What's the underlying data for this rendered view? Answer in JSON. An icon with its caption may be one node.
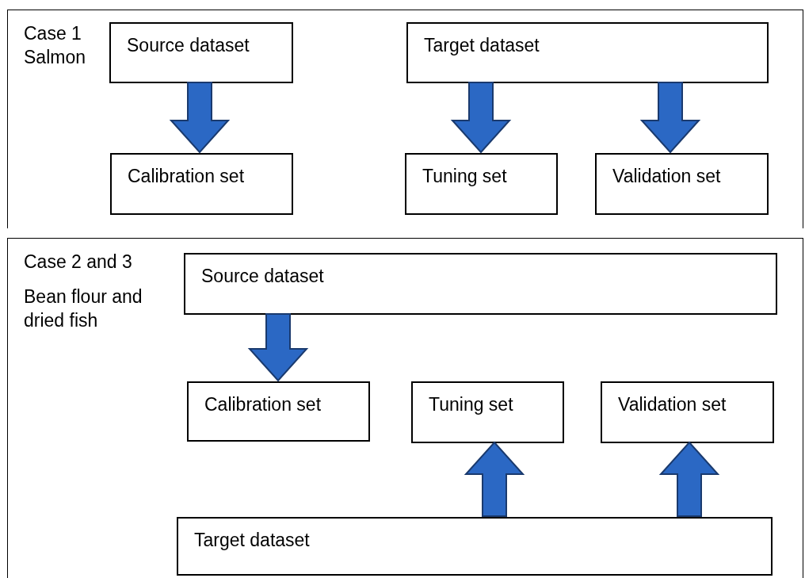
{
  "diagram": {
    "nodes": [
      {
        "text": [
          "Case 1 Salmon"
        ]
      },
      {
        "text": [
          "Source dataset"
        ],
        "in": 0
      },
      {
        "text": [
          "Target dataset"
        ],
        "in": 0
      },
      {
        "text": [
          "Calibration set"
        ],
        "in": 0
      },
      {
        "text": [
          "Tuning set"
        ],
        "in": 0
      },
      {
        "text": [
          "Validation set"
        ],
        "in": 0
      },
      {
        "text": [
          "Case 2 and 3",
          "Bean flour and dried fish"
        ]
      },
      {
        "text": [
          "Source dataset"
        ],
        "in": 6
      },
      {
        "text": [
          "Calibration set"
        ],
        "in": 6
      },
      {
        "text": [
          "Tuning set"
        ],
        "in": 6
      },
      {
        "text": [
          "Validation set"
        ],
        "in": 6
      },
      {
        "text": [
          "Target dataset"
        ],
        "in": 6
      }
    ],
    "edges": [
      {
        "from": 1,
        "to": 3,
        "arrow": "to",
        "style": "thick"
      },
      {
        "from": 2,
        "to": 4,
        "arrow": "to",
        "style": "thick"
      },
      {
        "from": 2,
        "to": 5,
        "arrow": "to",
        "style": "thick"
      },
      {
        "from": 7,
        "to": 8,
        "arrow": "to",
        "style": "thick"
      },
      {
        "from": 11,
        "to": 9,
        "arrow": "to",
        "style": "thick"
      },
      {
        "from": 11,
        "to": 10,
        "arrow": "to",
        "style": "thick"
      }
    ]
  }
}
